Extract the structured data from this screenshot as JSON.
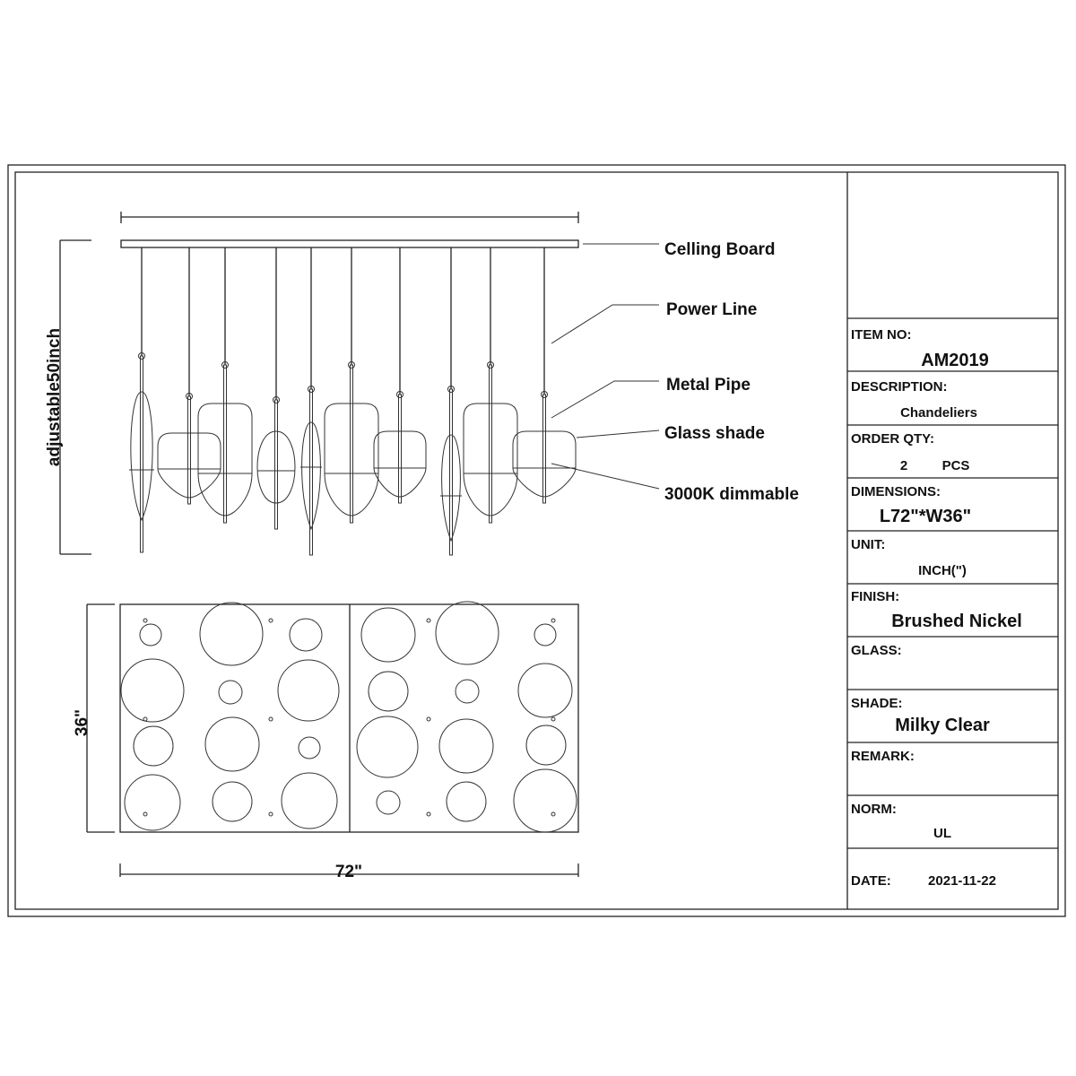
{
  "drawing": {
    "labels": {
      "ceiling_board": "Celling Board",
      "power_line": "Power Line",
      "metal_pipe": "Metal Pipe",
      "glass_shade": "Glass shade",
      "light": "3000K dimmable"
    },
    "dimensions": {
      "height": "adjustable50inch",
      "width": "36\"",
      "length": "72\""
    }
  },
  "title_block": {
    "item_no": {
      "label": "ITEM NO:",
      "value": "AM2019"
    },
    "description": {
      "label": "DESCRIPTION:",
      "value": "Chandeliers"
    },
    "order_qty": {
      "label": "ORDER QTY:",
      "value": "2",
      "unit": "PCS"
    },
    "dimensions": {
      "label": "DIMENSIONS:",
      "value": "L72\"*W36\""
    },
    "unit": {
      "label": "UNIT:",
      "value": "INCH(\")"
    },
    "finish": {
      "label": "FINISH:",
      "value": "Brushed Nickel"
    },
    "glass": {
      "label": "GLASS:",
      "value": ""
    },
    "shade": {
      "label": "SHADE:",
      "value": "Milky Clear"
    },
    "remark": {
      "label": "REMARK:",
      "value": ""
    },
    "norm": {
      "label": "NORM:",
      "value": "UL"
    },
    "date": {
      "label": "DATE:",
      "value": "2021-11-22"
    }
  }
}
